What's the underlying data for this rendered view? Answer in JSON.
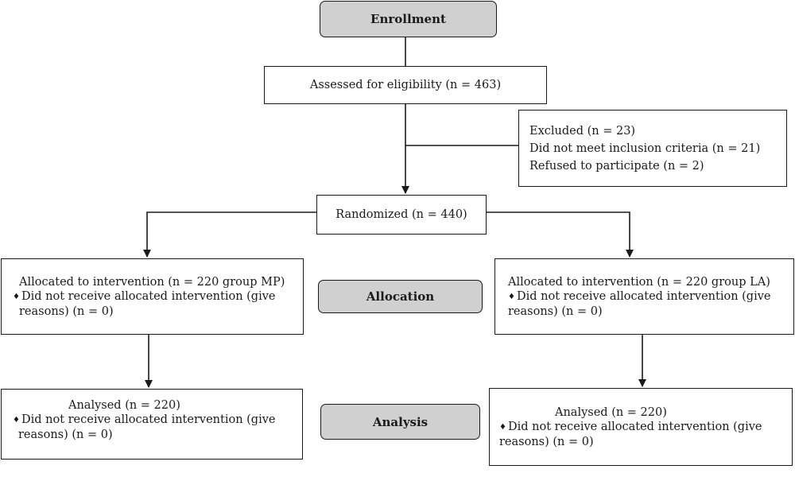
{
  "stages": {
    "enrollment": "Enrollment",
    "allocation": "Allocation",
    "analysis": "Analysis"
  },
  "assessed": "Assessed for eligibility (n = 463)",
  "excluded": {
    "total": "Excluded (n = 23)",
    "not_meeting_criteria": "Did not meet inclusion criteria (n = 21)",
    "refused": "Refused to participate (n = 2)"
  },
  "randomized": "Randomized (n = 440)",
  "allocation": {
    "left": {
      "allocated": "Allocated to intervention (n = 220 group MP)",
      "bullet": "♦",
      "not_received_1": "Did not receive allocated intervention (give",
      "not_received_2": "reasons) (n = 0)"
    },
    "right": {
      "allocated": "Allocated to intervention (n = 220 group LA)",
      "bullet": "♦",
      "not_received_1": "Did not receive allocated intervention (give",
      "not_received_2": "reasons) (n = 0)"
    }
  },
  "analysis": {
    "left": {
      "analysed": "Analysed (n = 220)",
      "bullet": "♦",
      "not_received_1": "Did not receive allocated intervention (give",
      "not_received_2": "reasons) (n = 0)"
    },
    "right": {
      "analysed": "Analysed (n = 220)",
      "bullet": "♦",
      "not_received_1": "Did not receive allocated intervention (give",
      "not_received_2": "reasons) (n = 0)"
    }
  }
}
